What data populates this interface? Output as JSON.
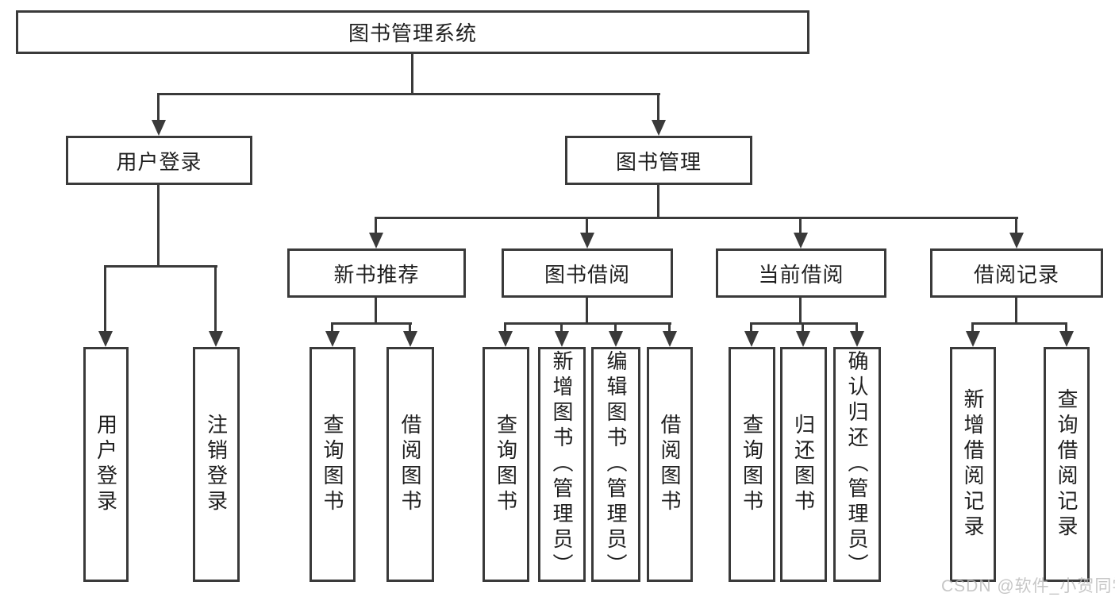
{
  "nodes": {
    "root": "图书管理系统",
    "l2": [
      "用户登录",
      "图书管理"
    ],
    "l3": [
      "新书推荐",
      "图书借阅",
      "当前借阅",
      "借阅记录"
    ],
    "l4_user": [
      "用户登录",
      "注销登录"
    ],
    "l4_recommend": [
      "查询图书",
      "借阅图书"
    ],
    "l4_borrow": [
      "查询图书",
      "新增图书（管理员）",
      "编辑图书（管理员）",
      "借阅图书"
    ],
    "l4_current": [
      "查询图书",
      "归还图书",
      "确认归还（管理员）"
    ],
    "l4_records": [
      "新增借阅记录",
      "查询借阅记录"
    ]
  },
  "watermark": "CSDN @软件_小贺同学",
  "colors": {
    "line": "#3a3a3a",
    "text": "#1f1f1f",
    "watermark": "#b9b9b9",
    "background": "#ffffff"
  }
}
